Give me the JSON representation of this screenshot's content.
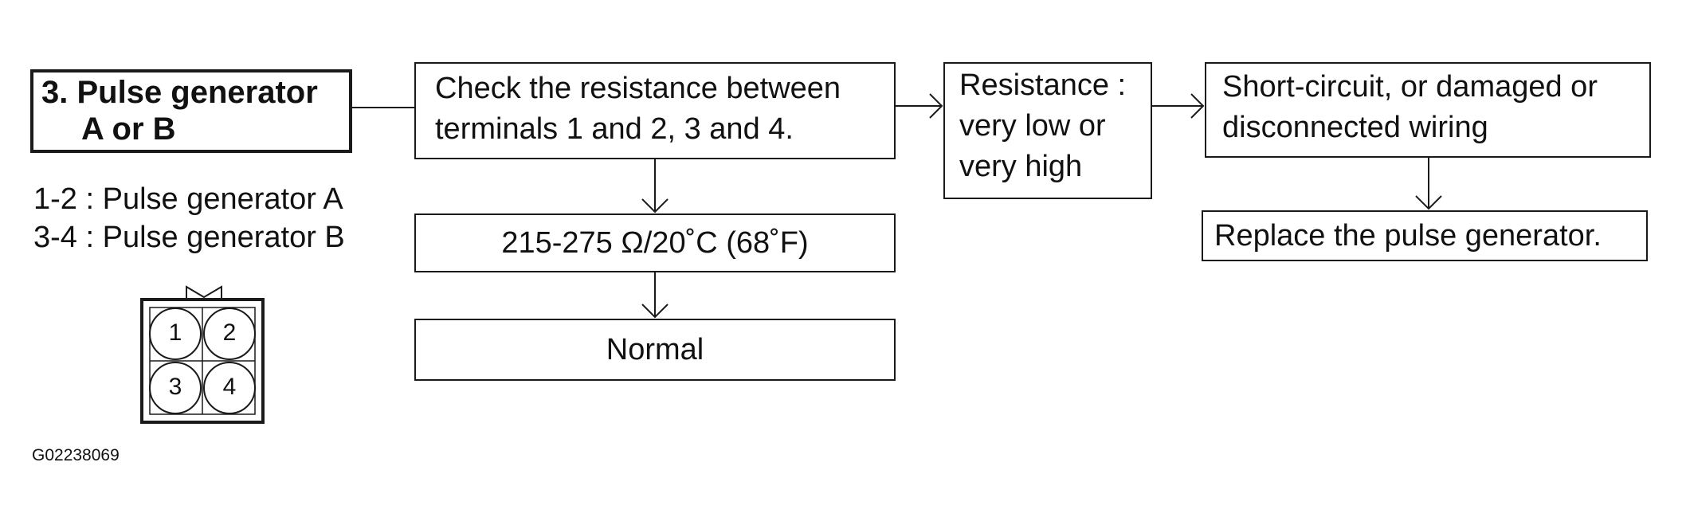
{
  "step": {
    "title_line1": "3. Pulse generator",
    "title_line2": "A or B"
  },
  "terminals": {
    "pair_a": "1-2 : Pulse generator A",
    "pair_b": "3-4 : Pulse generator B"
  },
  "connector": {
    "pins": [
      "1",
      "2",
      "3",
      "4"
    ]
  },
  "check": {
    "text": "Check the resistance between\nterminals 1 and 2, 3 and 4."
  },
  "spec": {
    "text": "215-275 Ω/20˚C (68˚F)"
  },
  "normal": {
    "text": "Normal"
  },
  "abnormal": {
    "text": "Resistance :\nvery low or\nvery high"
  },
  "cause": {
    "text": "Short-circuit, or damaged or\ndisconnected wiring"
  },
  "remedy": {
    "text": "Replace the pulse generator."
  },
  "figure_code": "G02238069"
}
